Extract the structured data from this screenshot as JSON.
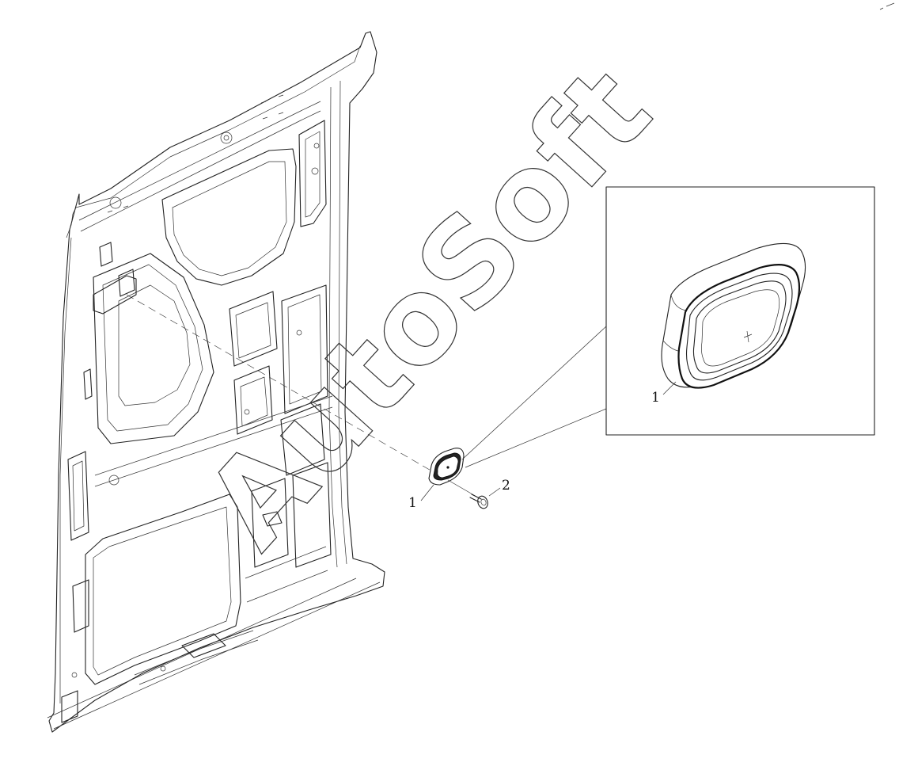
{
  "watermark": "AutoSoft",
  "callouts": [
    {
      "id": "callout-1-main",
      "label": "1"
    },
    {
      "id": "callout-2",
      "label": "2"
    },
    {
      "id": "callout-1-detail",
      "label": "1"
    }
  ],
  "colors": {
    "line": "#222222",
    "background": "#ffffff"
  }
}
